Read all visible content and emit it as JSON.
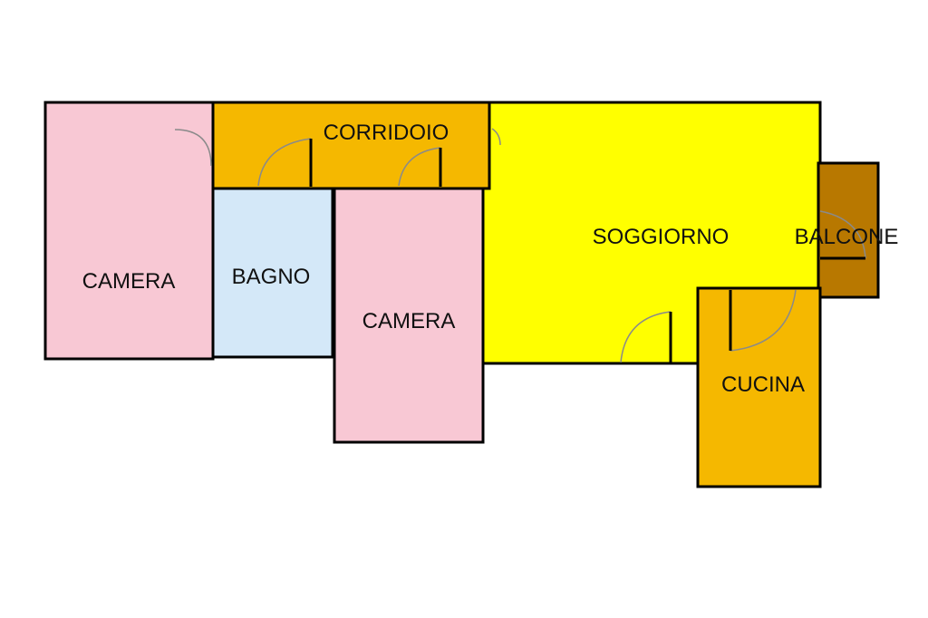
{
  "rooms": {
    "camera_left": {
      "label": "CAMERA",
      "color": "#f8c8d4"
    },
    "bagno": {
      "label": "BAGNO",
      "color": "#d4e8f8"
    },
    "corridoio": {
      "label": "CORRIDOIO",
      "color": "#f5b800"
    },
    "camera_center": {
      "label": "CAMERA",
      "color": "#f8c8d4"
    },
    "soggiorno": {
      "label": "SOGGIORNO",
      "color": "#ffff00"
    },
    "balcone": {
      "label": "BALCONE",
      "color": "#b87800"
    },
    "cucina": {
      "label": "CUCINA",
      "color": "#f5b800"
    }
  }
}
